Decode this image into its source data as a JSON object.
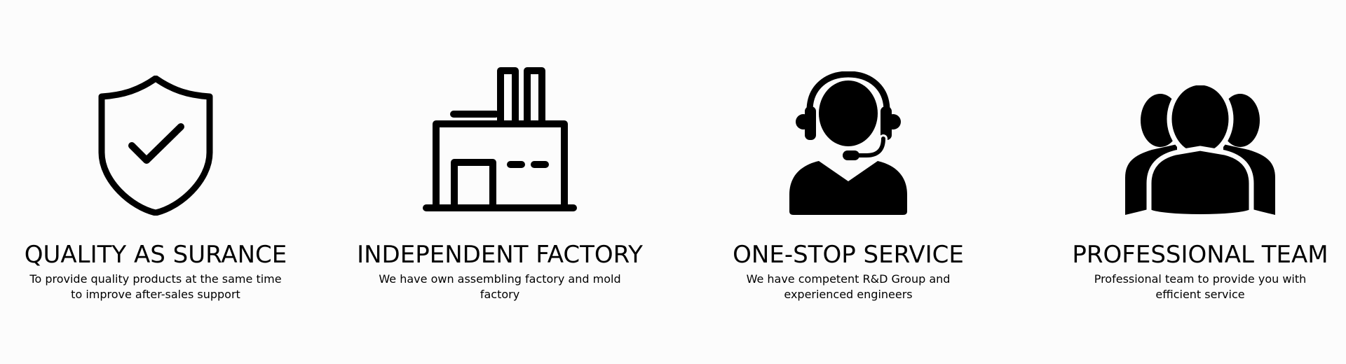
{
  "features": [
    {
      "icon": "shield-check-icon",
      "title": "QUALITY AS SURANCE",
      "description": "To provide quality products at the same time to improve after-sales support"
    },
    {
      "icon": "factory-icon",
      "title": "INDEPENDENT FACTORY",
      "description": "We have own assembling factory and mold factory"
    },
    {
      "icon": "headset-agent-icon",
      "title": "ONE-STOP SERVICE",
      "description": "We have competent R&D Group and experienced engineers"
    },
    {
      "icon": "team-icon",
      "title": "PROFESSIONAL TEAM",
      "description": "Professional team to provide you with efficient service"
    }
  ],
  "colors": {
    "background": "#fcfcfc",
    "foreground": "#000000"
  }
}
